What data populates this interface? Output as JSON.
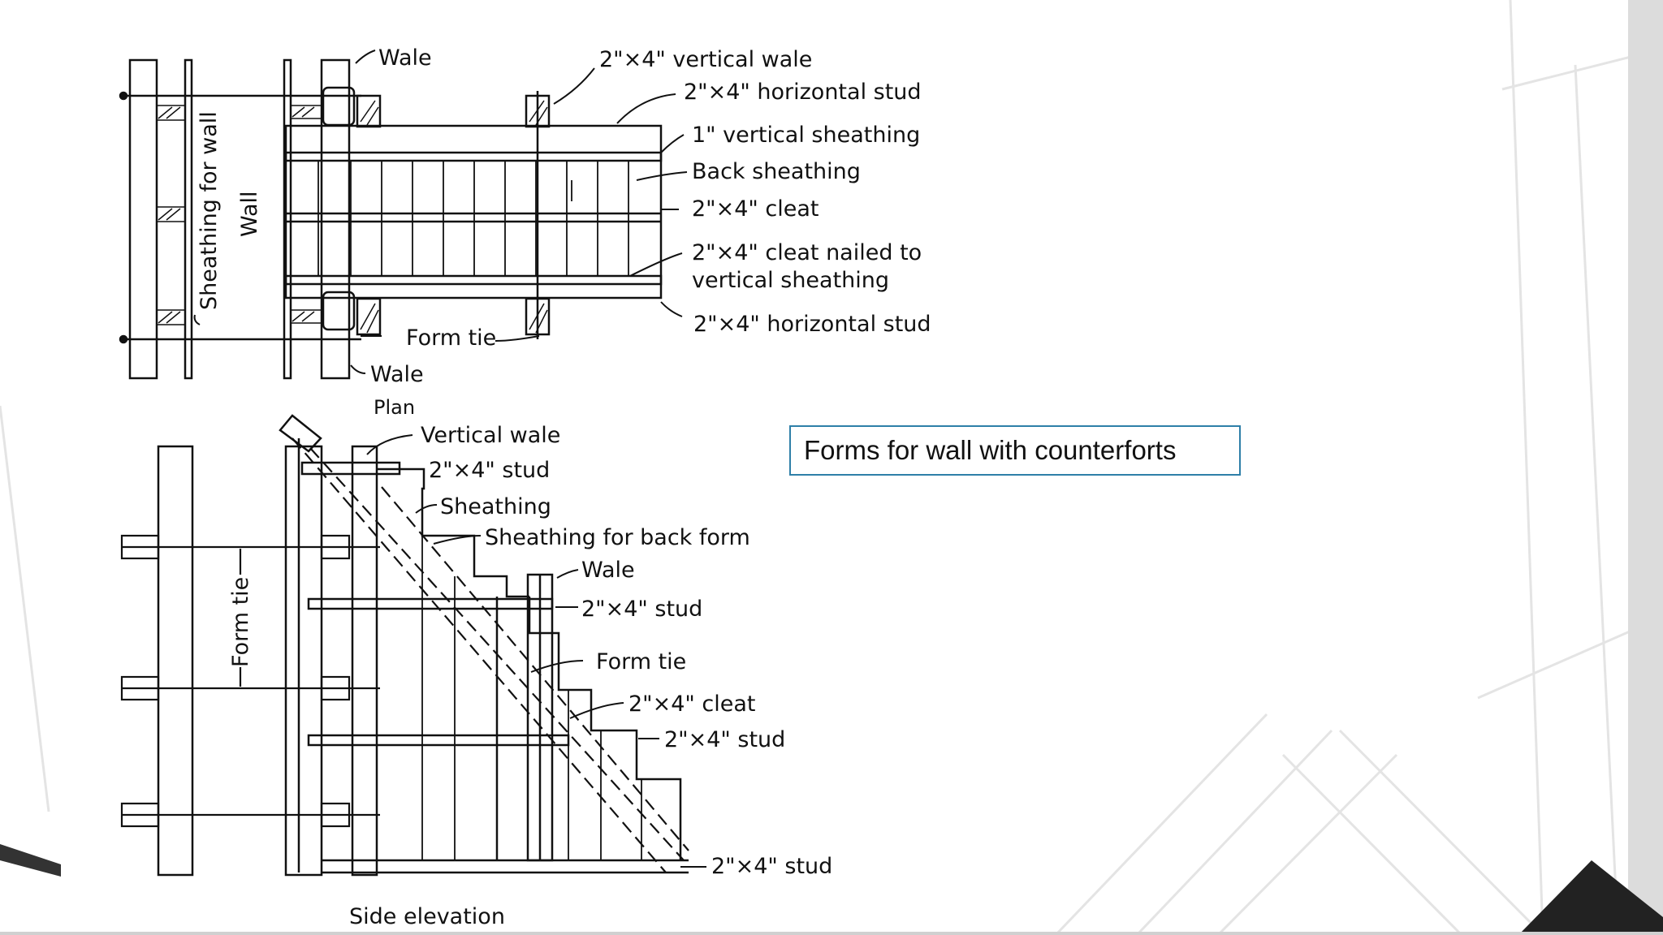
{
  "callout": {
    "text": "Forms for wall with counterforts"
  },
  "plan": {
    "caption": "Plan",
    "labels": {
      "wale_top": "Wale",
      "vertical_wale": "2\"×4\" vertical wale",
      "horizontal_stud_top": "2\"×4\" horizontal stud",
      "vertical_sheathing": "1\" vertical sheathing",
      "back_sheathing": "Back sheathing",
      "cleat": "2\"×4\" cleat",
      "cleat_nailed_1": "2\"×4\" cleat nailed to",
      "cleat_nailed_2": "vertical sheathing",
      "horizontal_stud_bottom": "2\"×4\" horizontal stud",
      "form_tie": "Form tie",
      "wale_bottom": "Wale",
      "sheathing_for_wall": "Sheathing for wall",
      "wall": "Wall"
    }
  },
  "elevation": {
    "caption": "Side elevation",
    "labels": {
      "vertical_wale": "Vertical wale",
      "stud_1": "2\"×4\" stud",
      "sheathing": "Sheathing",
      "sheathing_back_form": "Sheathing for back form",
      "wale": "Wale",
      "stud_2": "2\"×4\" stud",
      "form_tie_right": "Form tie",
      "cleat": "2\"×4\" cleat",
      "stud_3": "2\"×4\" stud",
      "stud_4": "2\"×4\" stud",
      "form_tie_left": "Form tie"
    }
  },
  "colors": {
    "accent_border": "#2e7fa8",
    "ink": "#111111"
  }
}
